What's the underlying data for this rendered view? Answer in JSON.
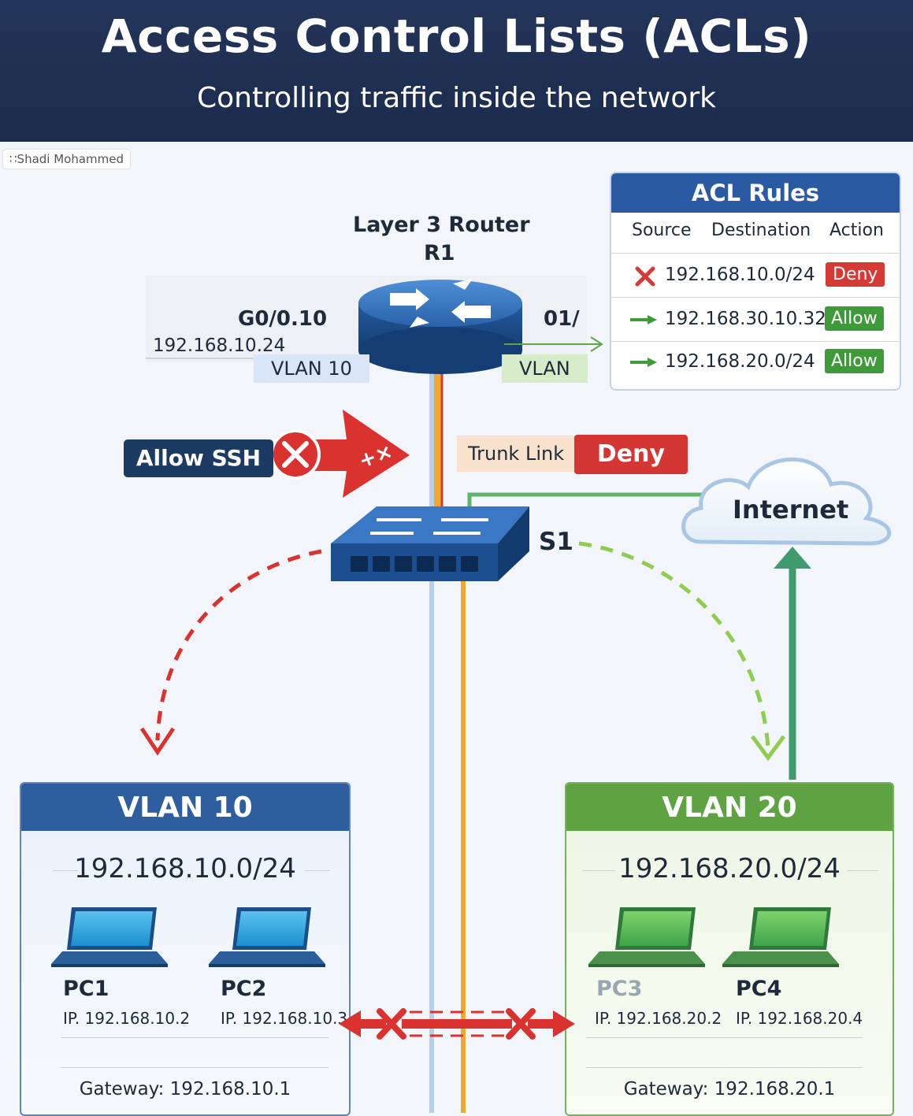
{
  "header": {
    "title": "Access Control Lists (ACLs)",
    "subtitle": "Controlling traffic inside the network"
  },
  "watermark": "∷Shadi Mohammed",
  "router": {
    "title": "Layer 3 Router",
    "name": "R1",
    "left_interface": "G0/0.10",
    "left_ip": "192.168.10.24",
    "left_vlan_tag": "VLAN 10",
    "right_interface": "01/",
    "right_vlan_tag": "VLAN"
  },
  "switch": {
    "name": "S1"
  },
  "labels": {
    "allow_ssh": "Allow SSH",
    "trunk_link": "Trunk Link",
    "deny": "Deny",
    "internet": "Internet"
  },
  "acl": {
    "title": "ACL Rules",
    "columns": [
      "Source",
      "Destination",
      "Action"
    ],
    "rules": [
      {
        "icon": "red-x-icon",
        "ip": "192.168.10.0/24",
        "action": "Deny"
      },
      {
        "icon": "green-arrow-icon",
        "ip": "192.168.30.10.32",
        "action": "Allow"
      },
      {
        "icon": "green-arrow-icon",
        "ip": "192.168.20.0/24",
        "action": "Allow"
      }
    ]
  },
  "vlan10": {
    "title": "VLAN 10",
    "subnet": "192.168.10.0/24",
    "pcs": [
      {
        "name": "PC1",
        "ip": "IP. 192.168.10.2"
      },
      {
        "name": "PC2",
        "ip": "IP. 192.168.10.3"
      }
    ],
    "gateway": "Gateway: 192.168.10.1"
  },
  "vlan20": {
    "title": "VLAN 20",
    "subnet": "192.168.20.0/24",
    "pcs": [
      {
        "name": "PC3",
        "ip": "IP. 192.168.20.2"
      },
      {
        "name": "PC4",
        "ip": "IP. 192.168.20.4"
      }
    ],
    "gateway": "Gateway: 192.168.20.1"
  },
  "colors": {
    "header_bg": "#1b2b4c",
    "deny_red": "#d63a35",
    "allow_green": "#3f9a3a",
    "vlan10_blue": "#2f5e9f",
    "vlan20_green": "#5ea243",
    "trunk_orange": "#f0a830"
  }
}
